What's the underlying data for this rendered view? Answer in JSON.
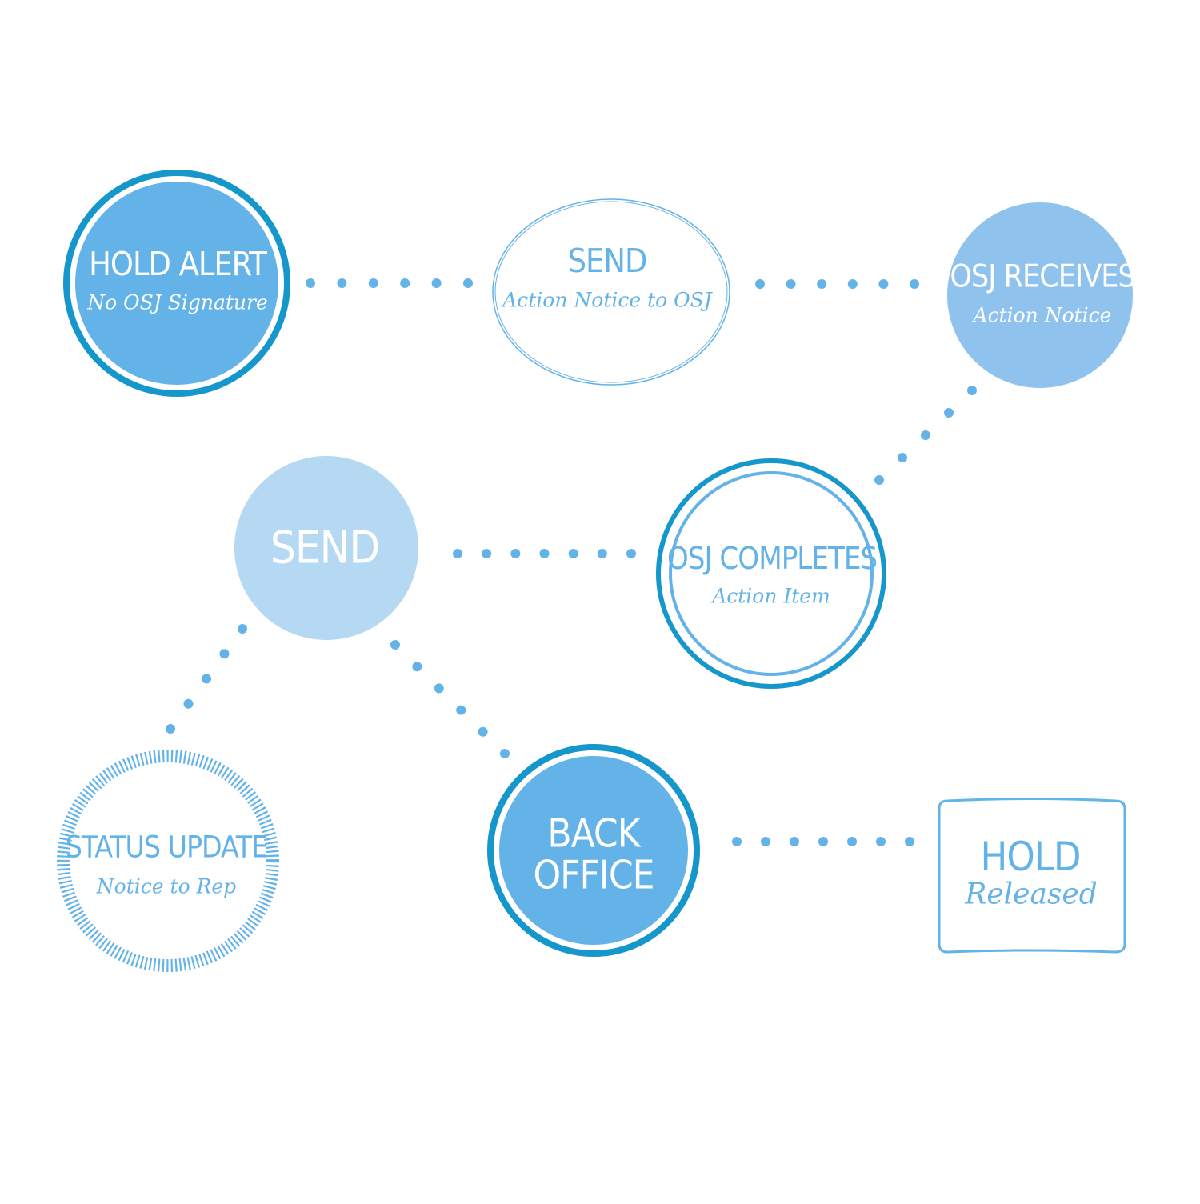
{
  "colors": {
    "dark_blue": "#1597cb",
    "mid_blue": "#64b3e8",
    "light_blue": "#8fc3ee",
    "pale_blue": "#b5d8f3",
    "white": "#ffffff"
  },
  "nodes": {
    "hold_alert": {
      "title": "HOLD ALERT",
      "subtitle": "No OSJ Signature"
    },
    "send_notice": {
      "title": "SEND",
      "subtitle": "Action Notice to OSJ"
    },
    "osj_receives": {
      "title": "OSJ RECEIVES",
      "subtitle": "Action Notice"
    },
    "send_main": {
      "title": "SEND"
    },
    "osj_completes": {
      "title": "OSJ COMPLETES",
      "subtitle": "Action Item"
    },
    "status_update": {
      "title": "STATUS UPDATE",
      "subtitle": "Notice to Rep"
    },
    "back_office": {
      "title_line1": "BACK",
      "title_line2": "OFFICE"
    },
    "hold_released": {
      "title": "HOLD",
      "subtitle": "Released"
    }
  },
  "connectors": [
    {
      "from": "hold_alert",
      "to": "send_notice"
    },
    {
      "from": "send_notice",
      "to": "osj_receives"
    },
    {
      "from": "osj_receives",
      "to": "osj_completes"
    },
    {
      "from": "osj_completes",
      "to": "send_main"
    },
    {
      "from": "send_main",
      "to": "status_update"
    },
    {
      "from": "send_main",
      "to": "back_office"
    },
    {
      "from": "back_office",
      "to": "hold_released"
    }
  ]
}
